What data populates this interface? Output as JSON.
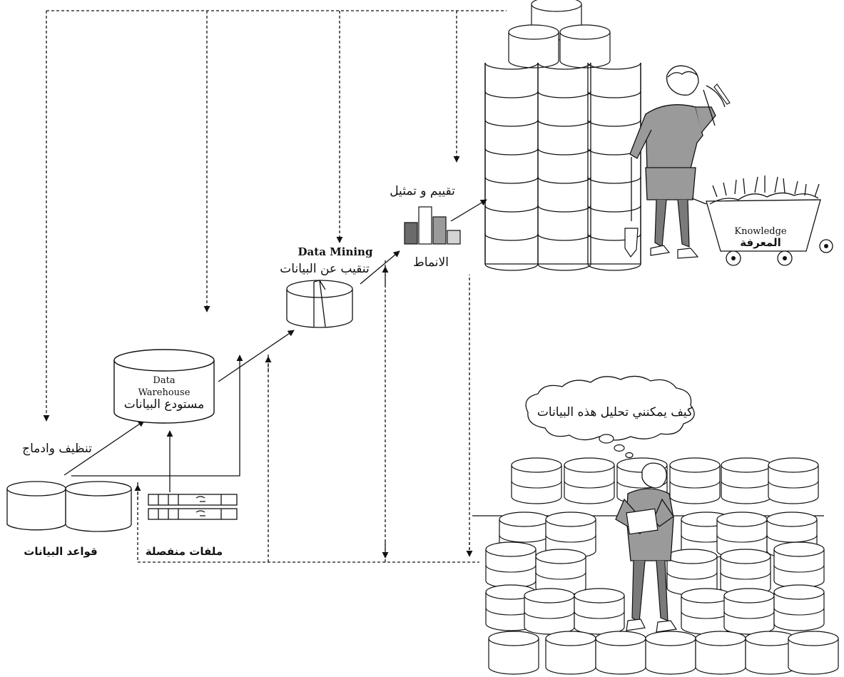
{
  "labels": {
    "databases": "قواعد البيانات",
    "flat_files": "ملفات منفصلة",
    "cleaning_integration": "تنظيف وادماج",
    "warehouse_en_1": "Data",
    "warehouse_en_2": "Warehouse",
    "warehouse_ar": "مستودع البيانات",
    "data_mining_en": "Data Mining",
    "data_mining_ar": "تنقيب عن البيانات",
    "patterns": "الانماط",
    "evaluation_presentation": "تقييم و تمثيل",
    "knowledge_en": "Knowledge",
    "knowledge_ar": "المعرفة",
    "thought_bubble": "كيف يمكنني تحليل هذه البيانات"
  },
  "colors": {
    "ink": "#111111",
    "pattern_dark": "#6b6b6b",
    "pattern_mid": "#9a9a9a",
    "pattern_light": "#d4d4d4"
  },
  "icons": [
    "databases-icon",
    "flat-files-icon",
    "data-warehouse-icon",
    "data-mining-cylinder-icon",
    "patterns-bar-icon",
    "miner-illustration",
    "knowledge-cart-icon",
    "analyst-illustration",
    "thought-bubble"
  ]
}
